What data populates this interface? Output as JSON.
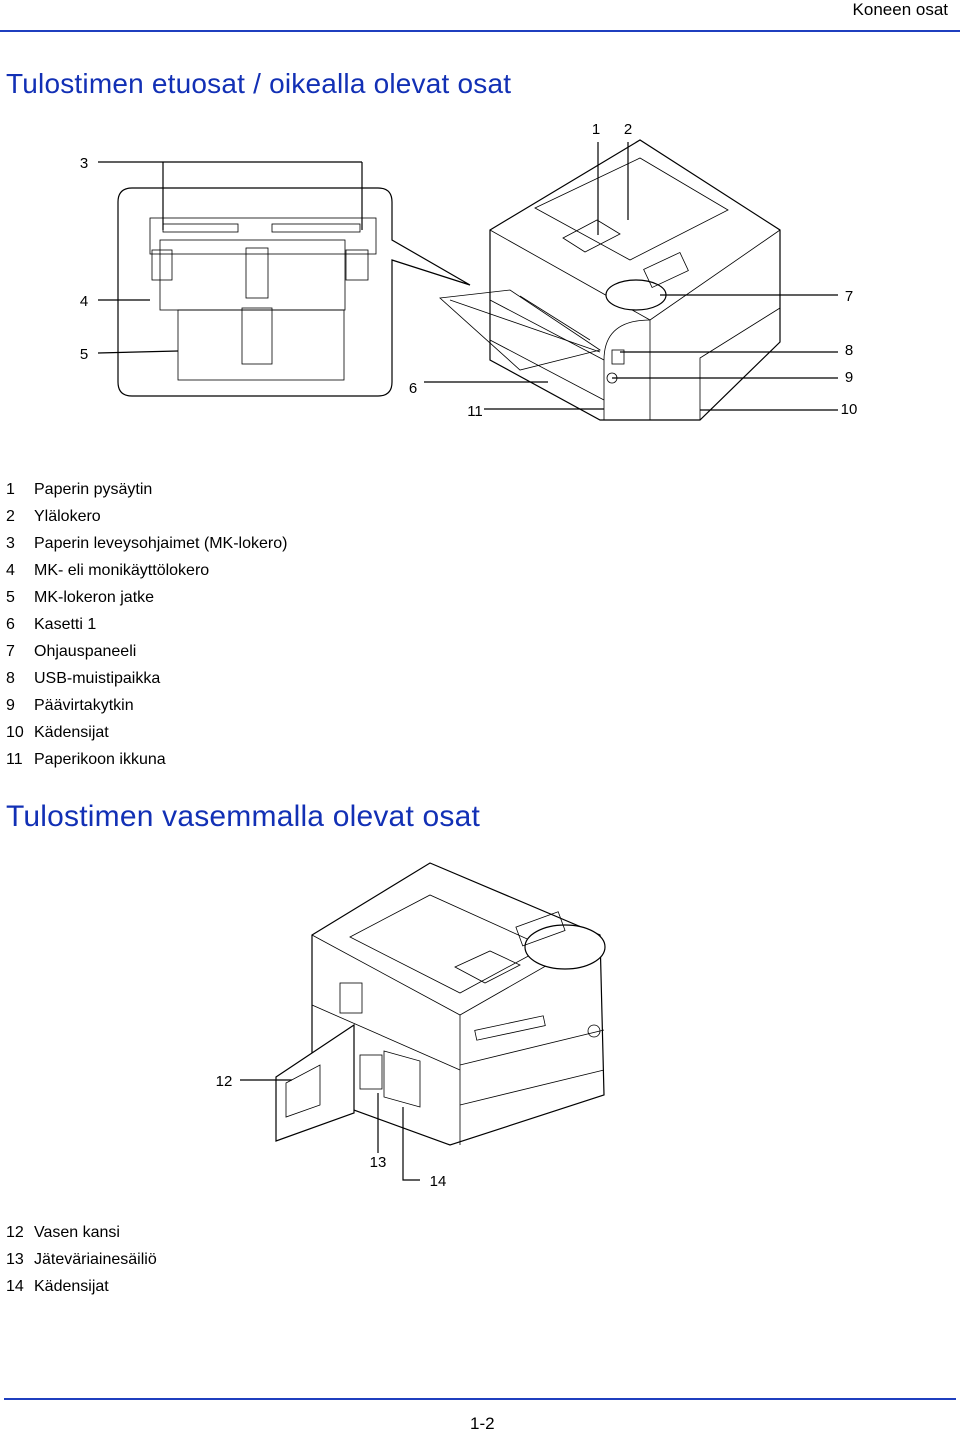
{
  "header": {
    "section_label": "Koneen osat"
  },
  "section1": {
    "title": "Tulostimen etuosat / oikealla olevat osat",
    "callouts": [
      "1",
      "2",
      "3",
      "4",
      "5",
      "6",
      "7",
      "8",
      "9",
      "10",
      "11"
    ],
    "legend": [
      {
        "num": "1",
        "text": "Paperin pysäytin"
      },
      {
        "num": "2",
        "text": "Ylälokero"
      },
      {
        "num": "3",
        "text": "Paperin leveysohjaimet (MK-lokero)"
      },
      {
        "num": "4",
        "text": "MK- eli monikäyttölokero"
      },
      {
        "num": "5",
        "text": "MK-lokeron jatke"
      },
      {
        "num": "6",
        "text": "Kasetti 1"
      },
      {
        "num": "7",
        "text": "Ohjauspaneeli"
      },
      {
        "num": "8",
        "text": "USB-muistipaikka"
      },
      {
        "num": "9",
        "text": "Päävirtakytkin"
      },
      {
        "num": "10",
        "text": "Kädensijat"
      },
      {
        "num": "11",
        "text": "Paperikoon ikkuna"
      }
    ]
  },
  "section2": {
    "title": "Tulostimen vasemmalla olevat osat",
    "callouts": [
      "12",
      "13",
      "14"
    ],
    "legend": [
      {
        "num": "12",
        "text": "Vasen kansi"
      },
      {
        "num": "13",
        "text": "Jäteväriainesäiliö"
      },
      {
        "num": "14",
        "text": "Kädensijat"
      }
    ]
  },
  "footer": {
    "page_number": "1-2"
  }
}
